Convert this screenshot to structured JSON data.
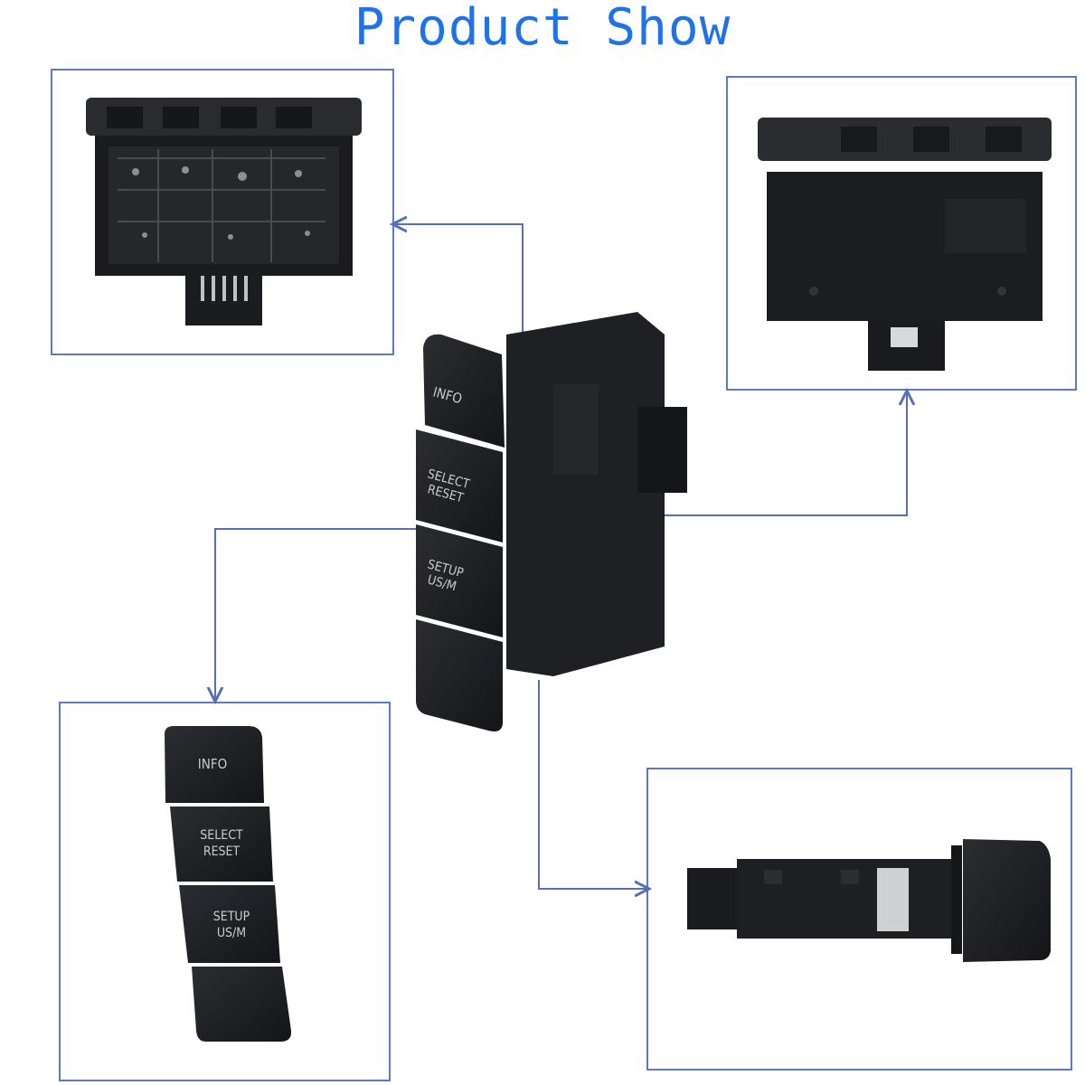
{
  "title": "Product Show",
  "buttons": {
    "info": "INFO",
    "select_line1": "SELECT",
    "select_line2": "RESET",
    "setup_line1": "SETUP",
    "setup_line2": "US/M"
  },
  "colors": {
    "title": "#1f72e8",
    "frame_border": "#5f79bf",
    "connector": "#5a6fb3",
    "product_body": "#1d1e21",
    "button_text": "#c9ccd0"
  }
}
